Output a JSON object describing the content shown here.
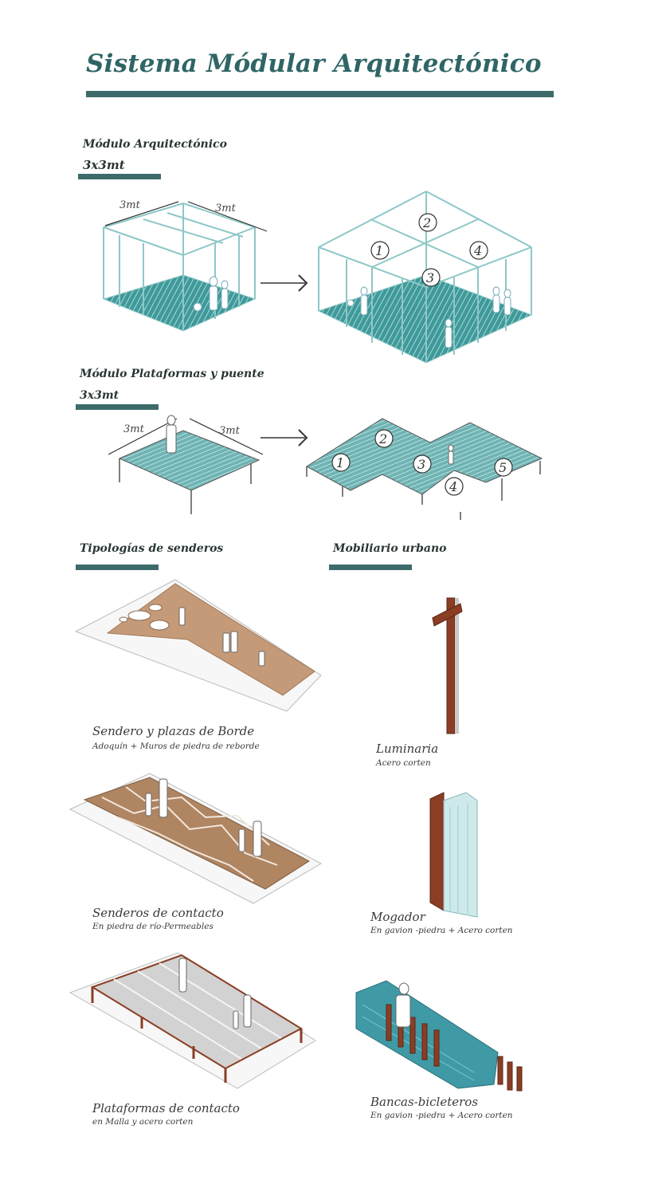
{
  "title": "Sistema Módular Arquitectónico",
  "colors": {
    "teal": "#3d6b6b",
    "mesh": "#5fa8a8",
    "frame": "#8fc7c7",
    "corten": "#8b3e24",
    "stone": "#b08562"
  },
  "modulo_arquitectonico": {
    "heading": "Módulo Arquitectónico",
    "size": "3x3mt",
    "dim_a": "3mt",
    "dim_b": "3mt",
    "numbers": [
      "1",
      "2",
      "3",
      "4"
    ]
  },
  "modulo_plataformas": {
    "heading": "Módulo Plataformas y puente",
    "size": "3x3mt",
    "dim_a": "3mt",
    "dim_b": "3mt",
    "numbers": [
      "1",
      "2",
      "3",
      "4",
      "5"
    ]
  },
  "tipologias": {
    "heading": "Tipologías de senderos",
    "items": [
      {
        "name": "Sendero y plazas de Borde",
        "material": "Adoquín + Muros de piedra de reborde"
      },
      {
        "name": "Senderos de contacto",
        "material": "En piedra de río-Permeables"
      },
      {
        "name": "Plataformas de contacto",
        "material": "en Malla y acero corten"
      }
    ]
  },
  "mobiliario": {
    "heading": "Mobiliario urbano",
    "items": [
      {
        "name": "Luminaria",
        "material": "Acero corten"
      },
      {
        "name": "Mogador",
        "material": "En  gavion -piedra + Acero corten"
      },
      {
        "name": "Bancas-bicleteros",
        "material": "En  gavion -piedra + Acero corten"
      }
    ]
  }
}
